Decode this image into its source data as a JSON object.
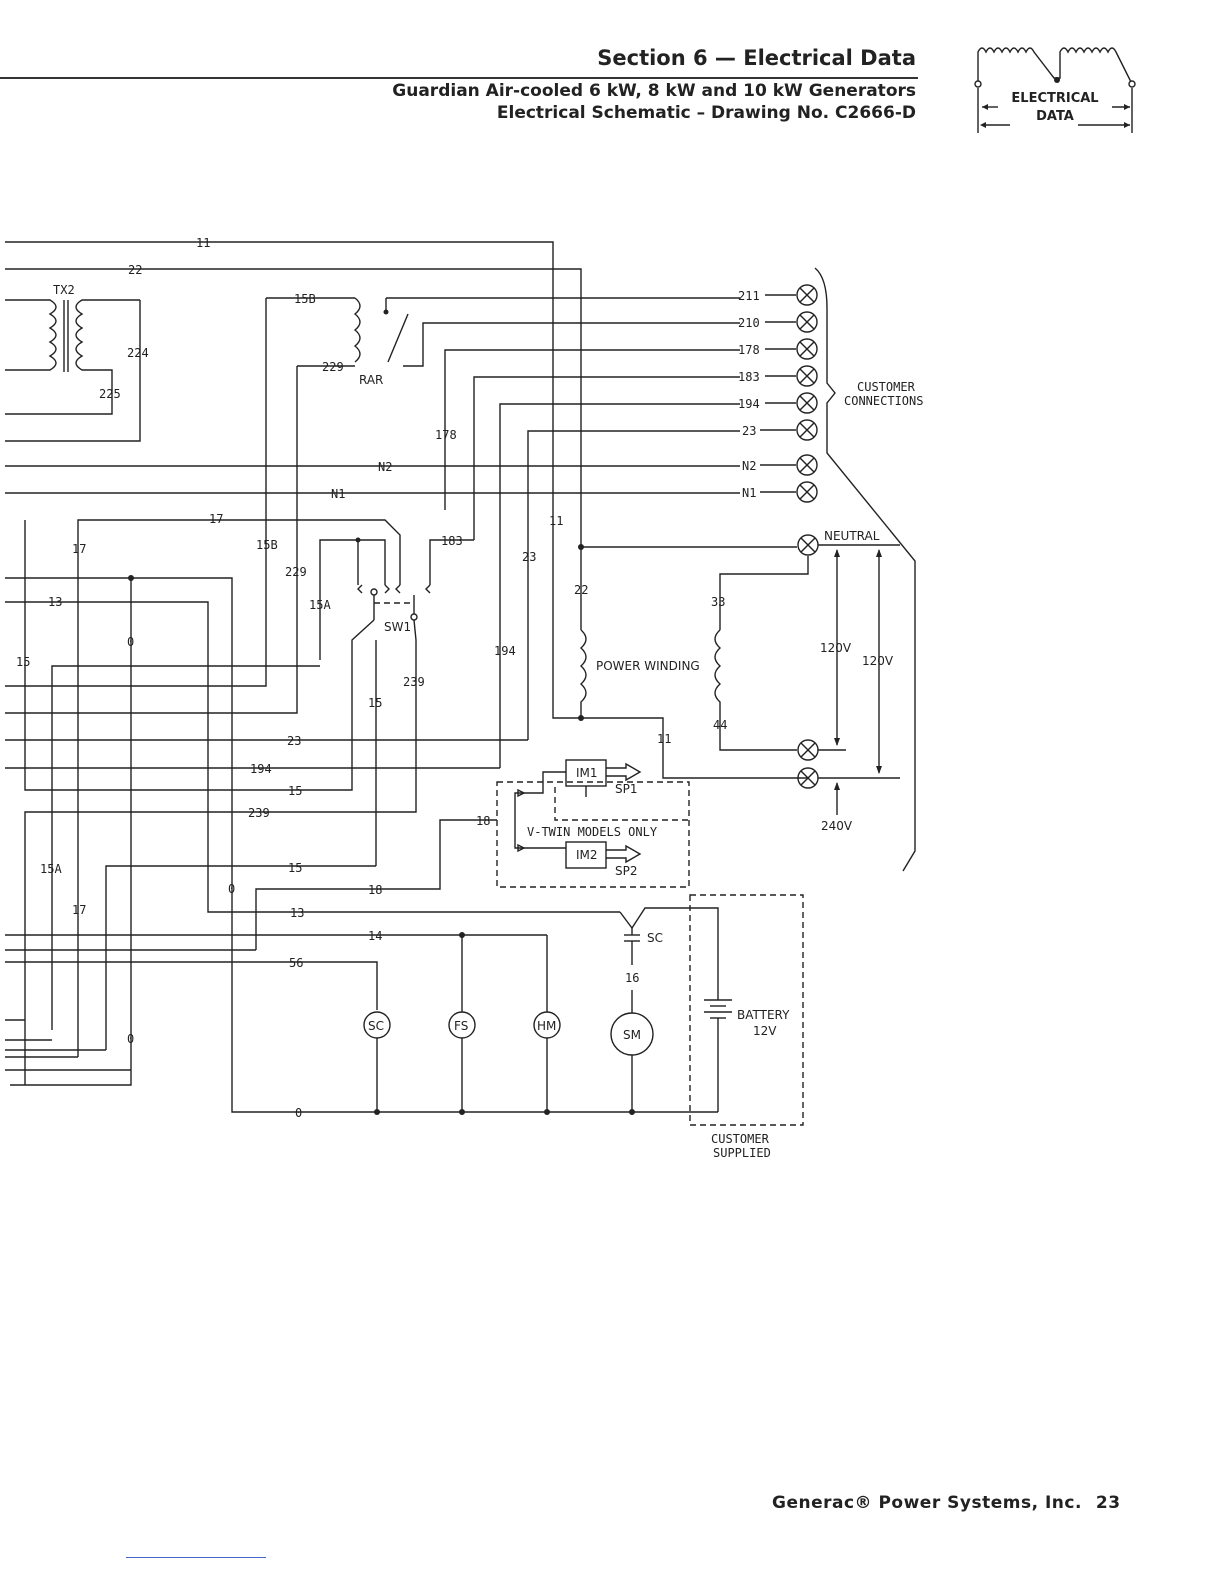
{
  "header": {
    "section": "Section 6 — Electrical Data",
    "subtitle_line1": "Guardian Air-cooled 6 kW, 8 kW and 10 kW Generators",
    "subtitle_line2": "Electrical Schematic – Drawing No. C2666-D",
    "badge_line1": "ELECTRICAL",
    "badge_line2": "DATA"
  },
  "footer": {
    "company": "Generac® Power Systems, Inc.",
    "page_number": "23"
  },
  "schematic": {
    "wire_labels": {
      "w11": "11",
      "w22": "22",
      "w15b": "15B",
      "w229": "229",
      "w224": "224",
      "w225": "225",
      "w178": "178",
      "wN2": "N2",
      "wN1": "N1",
      "w17": "17",
      "w183": "183",
      "w15a": "15A",
      "w13": "13",
      "w0": "0",
      "w15": "15",
      "w194": "194",
      "w23": "23",
      "w239": "239",
      "w18": "18",
      "w14": "14",
      "w56": "56",
      "w16": "16",
      "w33": "33",
      "w44": "44"
    },
    "terminals": {
      "t211": "211",
      "t210": "210",
      "t178": "178",
      "t183": "183",
      "t194": "194",
      "t23": "23",
      "tN2": "N2",
      "tN1": "N1"
    },
    "components": {
      "tx2": "TX2",
      "rar": "RAR",
      "sw1": "SW1",
      "im1": "IM1",
      "im2": "IM2",
      "sp1": "SP1",
      "sp2": "SP2",
      "sc_starter": "SC",
      "sc_coil": "SC",
      "fs": "FS",
      "hm": "HM",
      "sm": "SM",
      "power_winding": "POWER WINDING",
      "battery_line1": "BATTERY",
      "battery_line2": "12V",
      "vtwin": "V-TWIN MODELS ONLY"
    },
    "labels": {
      "customer_connections_line1": "CUSTOMER",
      "customer_connections_line2": "CONNECTIONS",
      "neutral": "NEUTRAL",
      "volt_120_a": "120V",
      "volt_120_b": "120V",
      "volt_240": "240V",
      "customer_supplied_line1": "CUSTOMER",
      "customer_supplied_line2": "SUPPLIED"
    }
  }
}
